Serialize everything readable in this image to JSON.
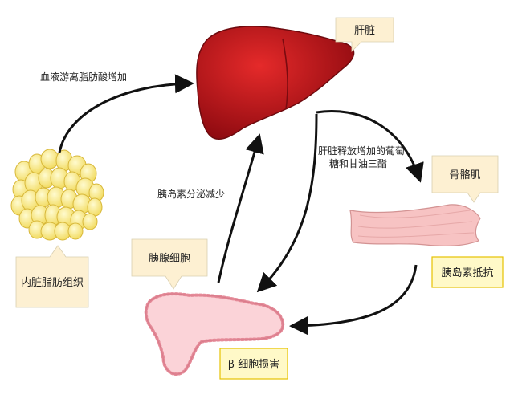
{
  "labels": {
    "liver": "肝脏",
    "skeletal_muscle": "骨骼肌",
    "visceral_fat": "内脏脂肪组织",
    "pancreas": "胰腺细胞",
    "insulin_resistance": "胰岛素抵抗",
    "beta_cell_damage": "β 细胞损害"
  },
  "edges": {
    "fat_to_liver": "血液游离脂肪酸增加",
    "liver_release_line1": "肝脏释放增加的葡萄",
    "liver_release_line2": "糖和甘油三酯",
    "insulin_reduced": "胰岛素分泌减少"
  },
  "colors": {
    "callout_fill": "#fdf0d2",
    "callout_fill_strong": "#fff9c8",
    "callout_border_strong": "#e6c200",
    "liver": "#c0101a",
    "fat": "#f7ec7f",
    "muscle": "#f7c3c3",
    "pancreas": "#fbd3d8",
    "arrow": "#111111"
  }
}
